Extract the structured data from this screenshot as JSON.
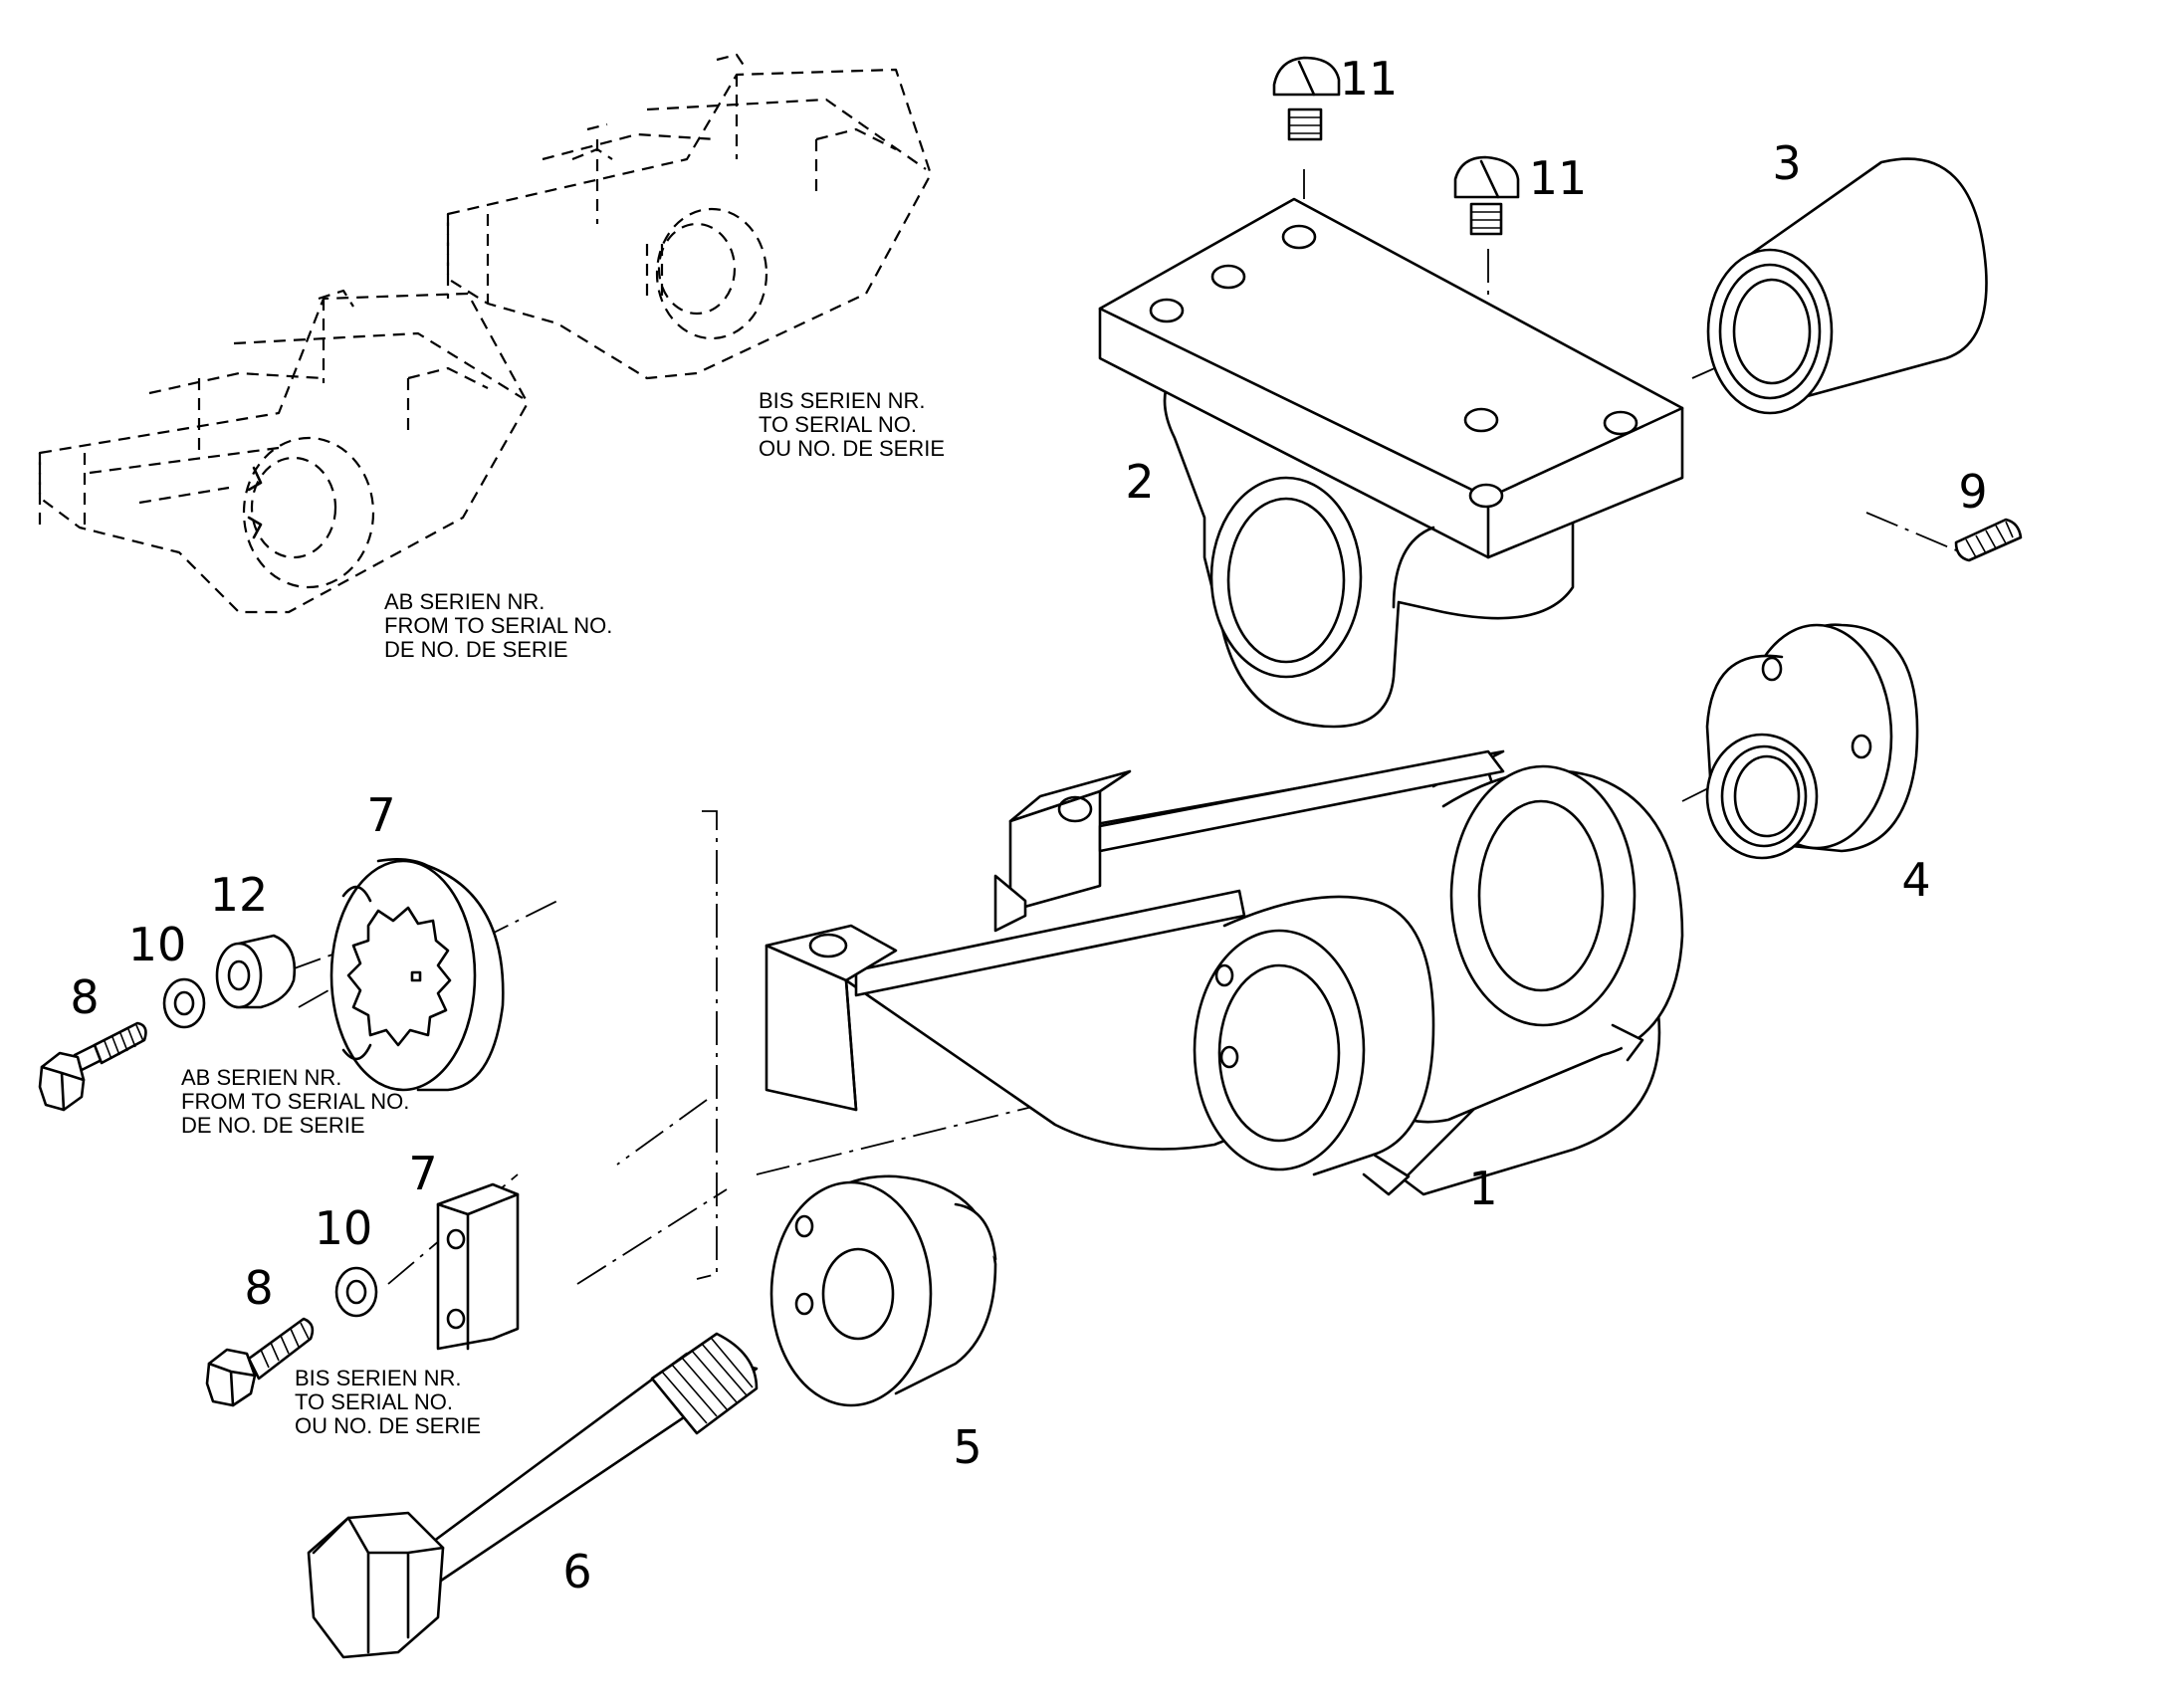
{
  "callouts": {
    "p1": "1",
    "p2": "2",
    "p3": "3",
    "p4": "4",
    "p5": "5",
    "p6": "6",
    "p7a": "7",
    "p7b": "7",
    "p8a": "8",
    "p8b": "8",
    "p9": "9",
    "p10a": "10",
    "p10b": "10",
    "p11a": "11",
    "p11b": "11",
    "p12": "12"
  },
  "notes": {
    "inset_top": [
      "BIS SERIEN NR.",
      "TO SERIAL NO.",
      "OU NO. DE SERIE"
    ],
    "inset_bottom": [
      "AB SERIEN NR.",
      "FROM TO SERIAL NO.",
      "DE NO. DE SERIE"
    ],
    "gear_variant": [
      "AB SERIEN NR.",
      "FROM TO SERIAL NO.",
      "DE NO. DE SERIE"
    ],
    "block_variant": [
      "BIS SERIEN NR.",
      "TO SERIAL NO.",
      "OU NO. DE SERIE"
    ]
  }
}
